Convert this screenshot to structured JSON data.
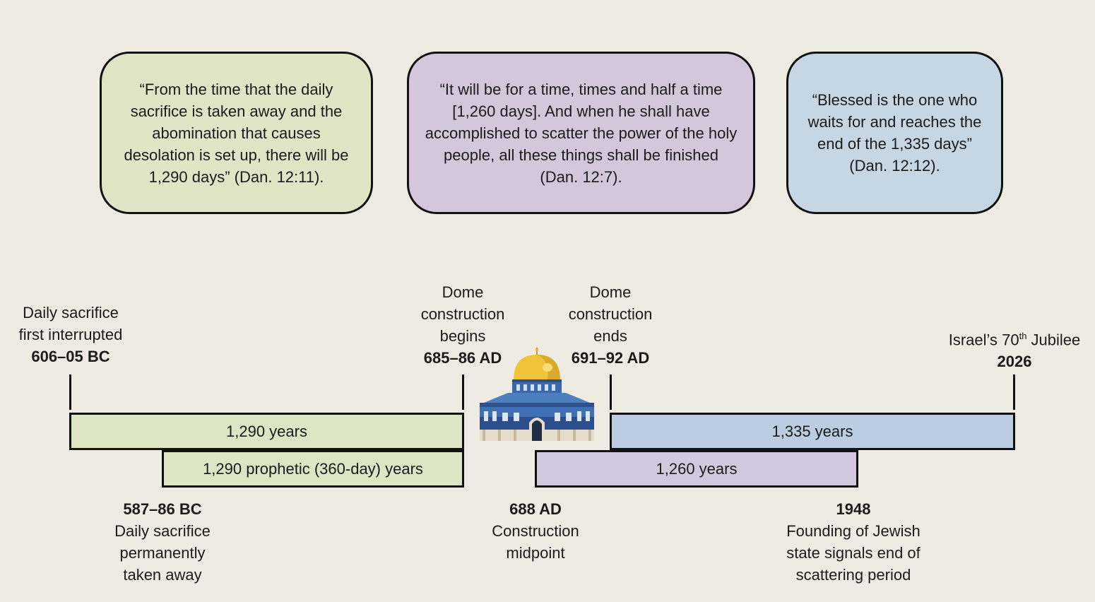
{
  "quotes": {
    "left": "“From the time that the daily sacrifice is taken away and the abomination that causes desolation is set up, there will be 1,290 days” (Dan. 12:11).",
    "middle": "“It will be for a time, times and half a time [1,260 days]. And when he shall have accomplished to scatter the power of the holy people, all these things shall be finished (Dan. 12:7).",
    "right": "“Blessed is the one who waits for and reaches the end of the 1,335 days” (Dan. 12:12)."
  },
  "top_labels": {
    "sacrifice_interrupted": {
      "lines": [
        "Daily sacrifice",
        "first interrupted"
      ],
      "year": "606–05 BC"
    },
    "dome_begins": {
      "lines": [
        "Dome",
        "construction",
        "begins"
      ],
      "year": "685–86 AD"
    },
    "dome_ends": {
      "lines": [
        "Dome",
        "construction",
        "ends"
      ],
      "year": "691–92 AD"
    },
    "jubilee": {
      "prefix": "Israel’s 70",
      "sup": "th",
      "suffix": " Jubilee",
      "year": "2026"
    }
  },
  "bars": {
    "b1290": "1,290 years",
    "b1290_prophetic": "1,290 prophetic (360-day) years",
    "b1335": "1,335 years",
    "b1260": "1,260 years"
  },
  "bottom_labels": {
    "sacrifice_removed": {
      "year": "587–86 BC",
      "lines": [
        "Daily sacrifice",
        "permanently",
        "taken away"
      ]
    },
    "midpoint": {
      "year": "688 AD",
      "lines": [
        "Construction",
        "midpoint"
      ]
    },
    "founding": {
      "year": "1948",
      "lines": [
        "Founding of Jewish",
        "state signals end of",
        "scattering period"
      ]
    }
  },
  "colors": {
    "background": "#eeebe3",
    "green": "#dde5c4",
    "purple": "#d3c8dd",
    "blue": "#bccde3"
  },
  "icons": [
    "dome-of-the-rock-icon"
  ]
}
